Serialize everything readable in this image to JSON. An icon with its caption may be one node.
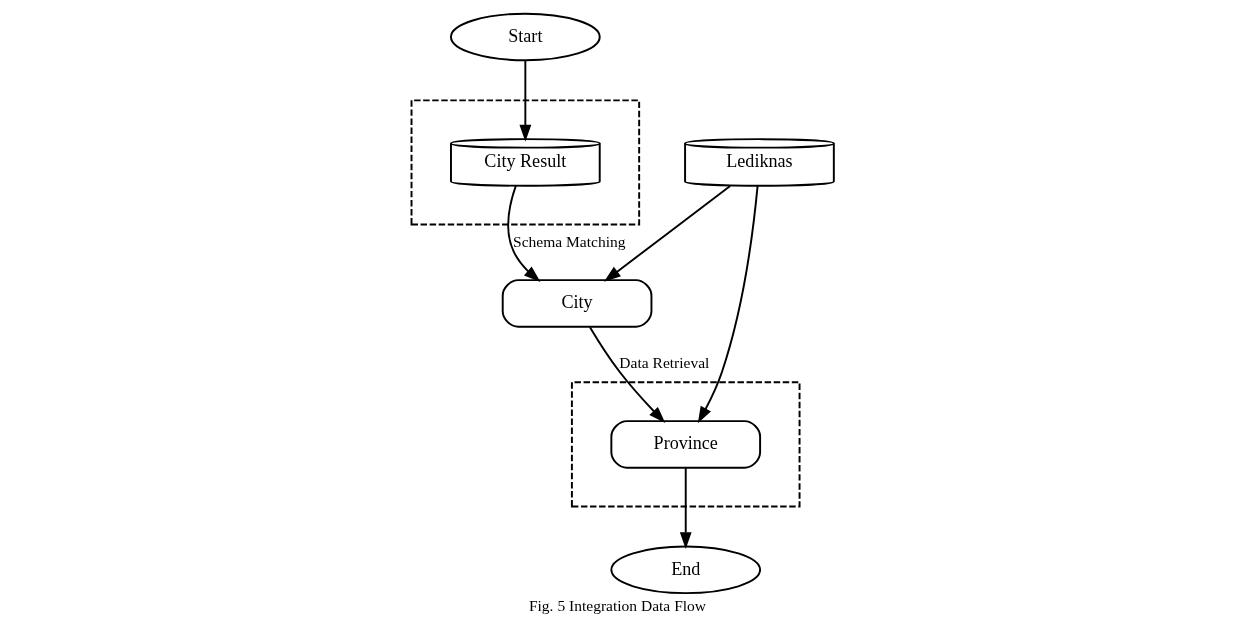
{
  "diagram": {
    "caption": "Fig. 5 Integration Data Flow",
    "nodes": [
      {
        "text": [
          "Start"
        ]
      },
      {
        "text": [],
        "shape": "box"
      },
      {
        "text": [],
        "shape": "box"
      },
      {
        "text": [
          "City Result"
        ],
        "in": 1
      },
      {
        "text": [
          "Lediknas"
        ]
      },
      {
        "text": [
          "City"
        ]
      },
      {
        "text": [
          "Province"
        ],
        "in": 2
      },
      {
        "text": [
          "End"
        ]
      }
    ],
    "edges": [
      {
        "from": 0,
        "to": 3,
        "arrow": "to"
      },
      {
        "from": 3,
        "to": 5,
        "arrow": "to",
        "label": "Schema Matching"
      },
      {
        "from": 4,
        "to": 5,
        "arrow": "to"
      },
      {
        "from": 4,
        "to": 6,
        "arrow": "to"
      },
      {
        "from": 5,
        "to": 6,
        "arrow": "to",
        "label": "Data Retrieval"
      },
      {
        "from": 6,
        "to": 7,
        "arrow": "to"
      }
    ]
  }
}
